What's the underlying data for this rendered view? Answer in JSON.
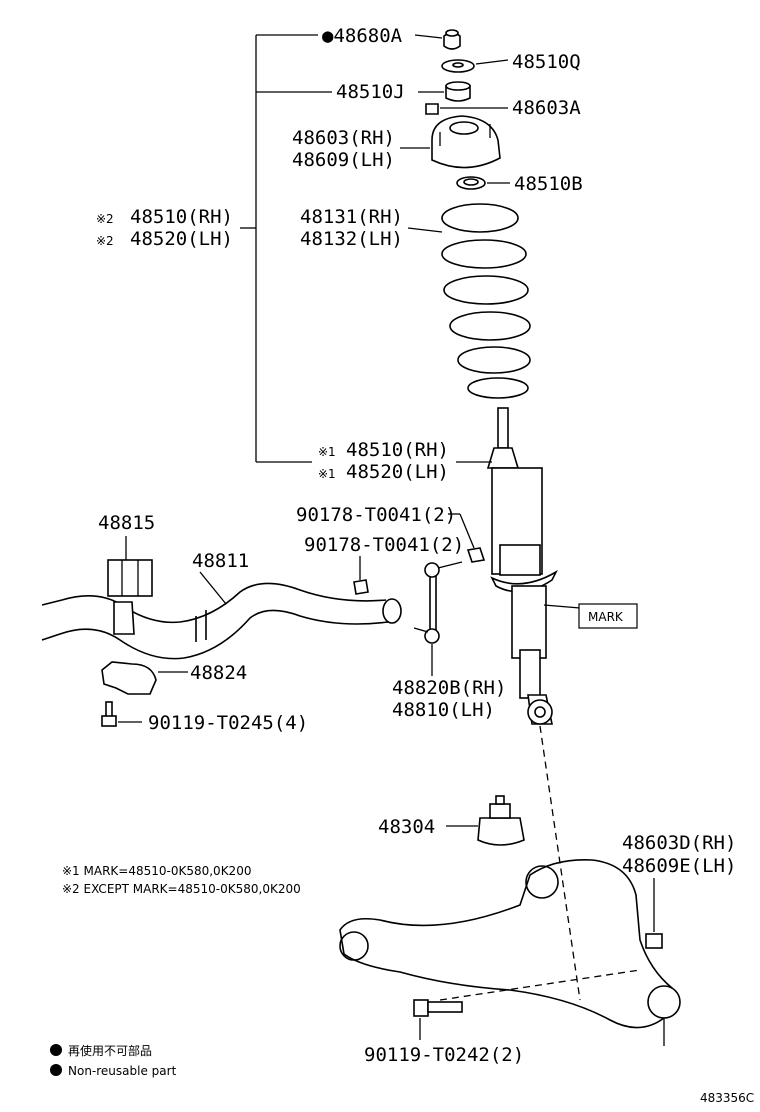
{
  "labels": {
    "p48680A": "●48680A",
    "p48510Q": "48510Q",
    "p48510J": "48510J",
    "p48603A": "48603A",
    "p48603": "48603(RH)",
    "p48609": "48609(LH)",
    "p48510B": "48510B",
    "p48510_2": "48510(RH)",
    "p48520_2": "48520(LH)",
    "mark2a": "※2",
    "mark2b": "※2",
    "p48131": "48131(RH)",
    "p48132": "48132(LH)",
    "mark1a": "※1",
    "mark1b": "※1",
    "p48510_1": "48510(RH)",
    "p48520_1": "48520(LH)",
    "p90178a": "90178-T0041(2)",
    "p90178b": "90178-T0041(2)",
    "p48815": "48815",
    "p48811": "48811",
    "mark_box": "MARK",
    "p48824": "48824",
    "p90119a": "90119-T0245(4)",
    "p48820B": "48820B(RH)",
    "p48810": "48810(LH)",
    "p48304": "48304",
    "p48603D": "48603D(RH)",
    "p48609E": "48609E(LH)",
    "p90119b": "90119-T0242(2)",
    "ref": "483356C"
  },
  "notes": {
    "note1": "※1  MARK=48510-0K580,0K200",
    "note2": "※2  EXCEPT MARK=48510-0K580,0K200"
  },
  "legend": {
    "jp": "再使用不可部品",
    "en": "Non-reusable part"
  }
}
